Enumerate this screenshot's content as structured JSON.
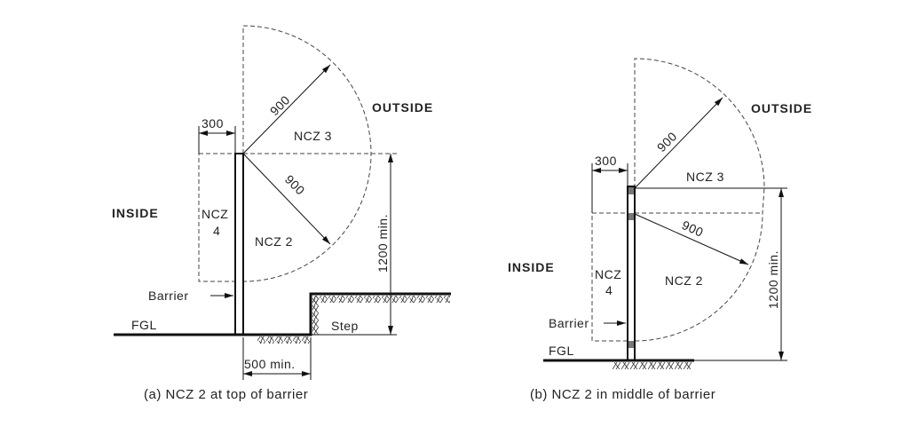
{
  "diagram_a": {
    "caption": "(a) NCZ 2 at top of barrier",
    "inside": "INSIDE",
    "outside": "OUTSIDE",
    "ncz3": "NCZ 3",
    "ncz2": "NCZ 2",
    "ncz4_line1": "NCZ",
    "ncz4_line2": "4",
    "dim_300": "300",
    "dim_900_up": "900",
    "dim_900_down": "900",
    "dim_1200": "1200 min.",
    "dim_500": "500 min.",
    "barrier": "Barrier",
    "fgl": "FGL",
    "step": "Step"
  },
  "diagram_b": {
    "caption": "(b) NCZ 2 in middle of barrier",
    "inside": "INSIDE",
    "outside": "OUTSIDE",
    "ncz3": "NCZ 3",
    "ncz2": "NCZ 2",
    "ncz4_line1": "NCZ",
    "ncz4_line2": "4",
    "dim_300": "300",
    "dim_900_up": "900",
    "dim_900_down": "900",
    "dim_1200": "1200 min.",
    "barrier": "Barrier",
    "fgl": "FGL"
  }
}
